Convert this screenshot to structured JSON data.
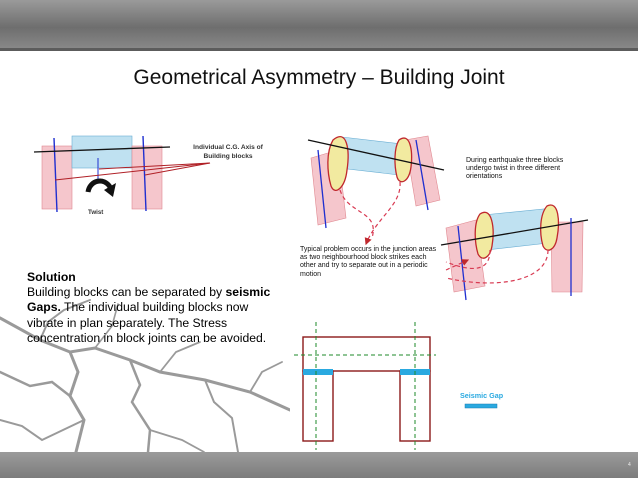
{
  "slide": {
    "title": "Geometrical Asymmetry – Building Joint",
    "page_number": "4"
  },
  "figure1": {
    "cg_axis_label": "Individual C.G. Axis of Building blocks",
    "twist_label": "Twist"
  },
  "figure2": {
    "earthquake_note": "During earthquake three  blocks undergo twist in three different orientations"
  },
  "figure3": {
    "junction_note": "Typical problem occurs in the junction areas as two neighbourhood block strikes each other and try to separate out in a periodic motion"
  },
  "solution": {
    "heading": "Solution",
    "text_1": "Building blocks can be separated by ",
    "bold_1": "seismic Gaps.",
    "text_2": " The individual building blocks now vibrate in plan separately. The Stress concentration in block joints can be avoided."
  },
  "figure4": {
    "seismic_gap_label": "Seismic Gap"
  },
  "colors": {
    "block_pink": "#f5c6cc",
    "block_blue": "#bfe1f1",
    "joint_yellow": "#f2eaa0",
    "red_outline": "#c0282d",
    "axis_blue": "#1f2fd0",
    "gap_cyan": "#2aa9e0",
    "frame_maroon": "#8b1a1a",
    "axis_green": "#1c8a2a"
  }
}
